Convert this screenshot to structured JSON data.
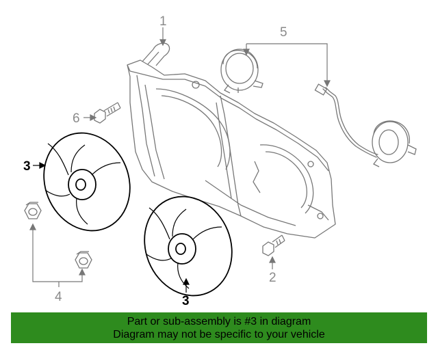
{
  "diagram": {
    "callouts": {
      "radiator_hose": "1",
      "bolt_right": "2",
      "fan_left": "3",
      "fan_right": "3",
      "nut": "4",
      "motor": "5",
      "bolt_left": "6"
    }
  },
  "banner": {
    "line1": "Part or sub-assembly is #3 in diagram",
    "line2": "Diagram may not be specific to your vehicle",
    "color": "#2e8b1e"
  }
}
